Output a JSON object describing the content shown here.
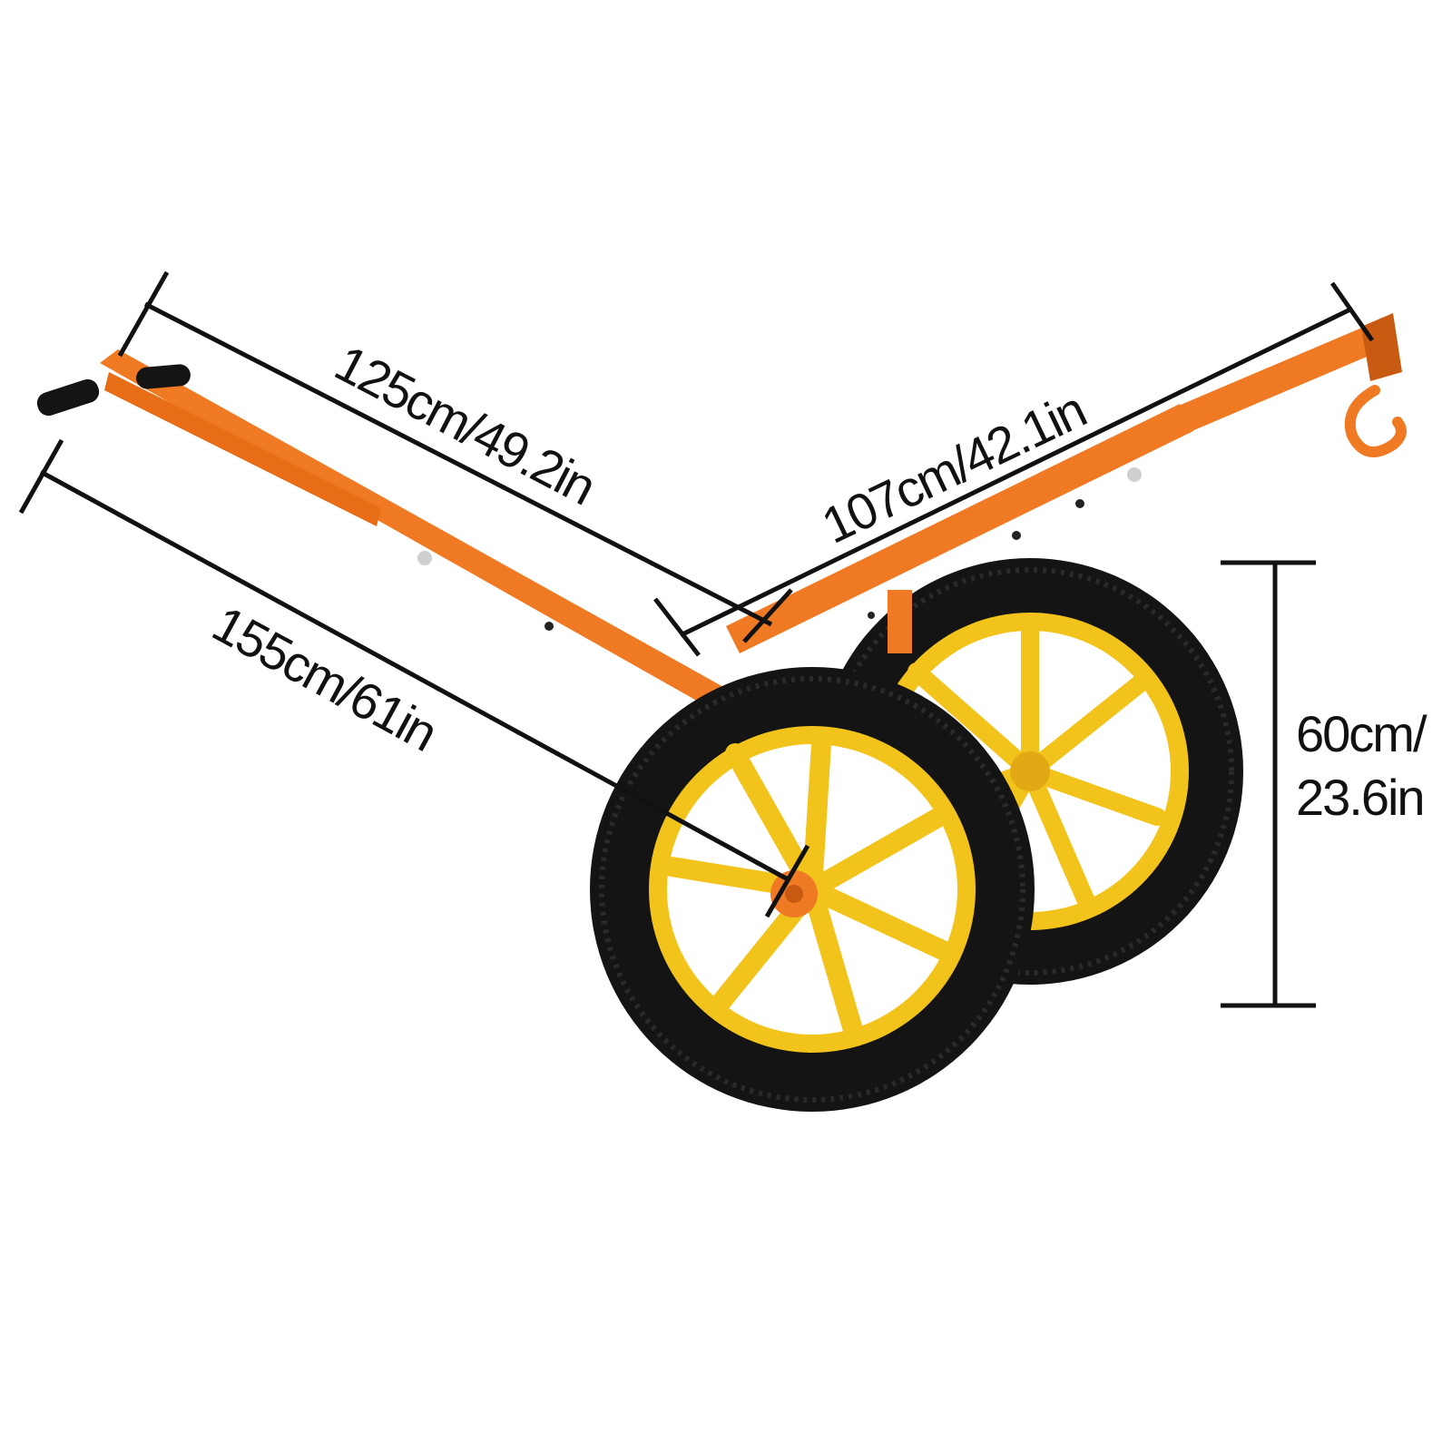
{
  "dimensions": {
    "handle_length": "125cm/49.2in",
    "boom_length": "107cm/42.1in",
    "overall_length": "155cm/61in",
    "height_line1": "60cm/",
    "height_line2": "23.6in"
  },
  "colors": {
    "frame": "#f07a23",
    "frame_dark": "#c85a12",
    "wheel_rim": "#f2c31b",
    "tire": "#141414",
    "dimension_line": "#111111"
  }
}
